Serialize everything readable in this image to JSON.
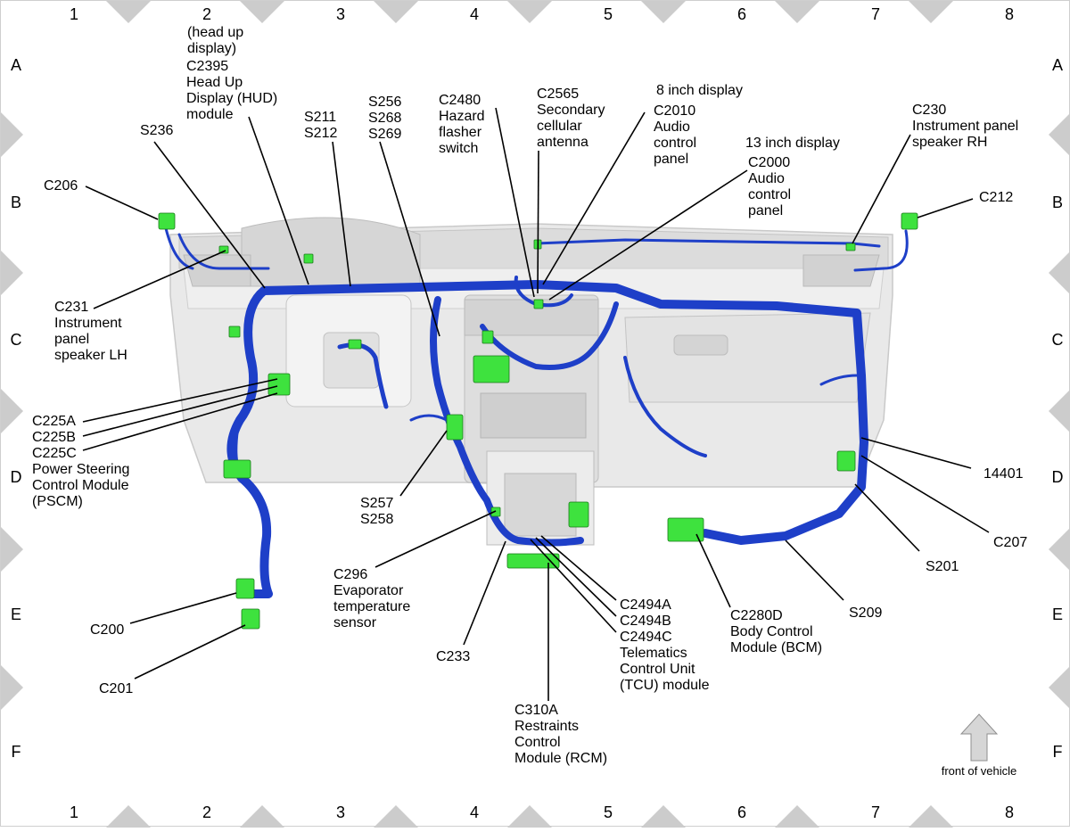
{
  "grid": {
    "columns": [
      "1",
      "2",
      "3",
      "4",
      "5",
      "6",
      "7",
      "8"
    ],
    "rows": [
      "A",
      "B",
      "C",
      "D",
      "E",
      "F"
    ]
  },
  "labels": {
    "hud_note": "(head up",
    "hud_note2": "display)",
    "c2395": [
      "C2395",
      "Head Up",
      "Display (HUD)",
      "module"
    ],
    "s236": "S236",
    "s211": [
      "S211",
      "S212"
    ],
    "s256": [
      "S256",
      "S268",
      "S269"
    ],
    "c2480": [
      "C2480",
      "Hazard",
      "flasher",
      "switch"
    ],
    "c2565": [
      "C2565",
      "Secondary",
      "cellular",
      "antenna"
    ],
    "c2010_note": "8 inch display",
    "c2010": [
      "C2010",
      "Audio",
      "control",
      "panel"
    ],
    "c2000_note": "13 inch display",
    "c2000": [
      "C2000",
      "Audio",
      "control",
      "panel"
    ],
    "c230": [
      "C230",
      "Instrument panel",
      "speaker RH"
    ],
    "c206": "C206",
    "c212": "C212",
    "c231": [
      "C231",
      "Instrument",
      "panel",
      "speaker LH"
    ],
    "c225": [
      "C225A",
      "C225B",
      "C225C",
      "Power Steering",
      "Control Module",
      "(PSCM)"
    ],
    "s257": [
      "S257",
      "S258"
    ],
    "c296": [
      "C296",
      "Evaporator",
      "temperature",
      "sensor"
    ],
    "c200": "C200",
    "c201": "C201",
    "c233": "C233",
    "c2494": [
      "C2494A",
      "C2494B",
      "C2494C",
      "Telematics",
      "Control Unit",
      "(TCU) module"
    ],
    "c310a": [
      "C310A",
      "Restraints",
      "Control",
      "Module (RCM)"
    ],
    "c2280d": [
      "C2280D",
      "Body Control",
      "Module (BCM)"
    ],
    "s209": "S209",
    "s201": "S201",
    "c207": "C207",
    "n14401": "14401"
  },
  "orientation": {
    "text": "front of vehicle",
    "icon": "up-arrow-icon"
  },
  "colors": {
    "harness": "#1e3fc8",
    "connector": "#3ee23e",
    "dashboard": "#e6e6e6"
  }
}
